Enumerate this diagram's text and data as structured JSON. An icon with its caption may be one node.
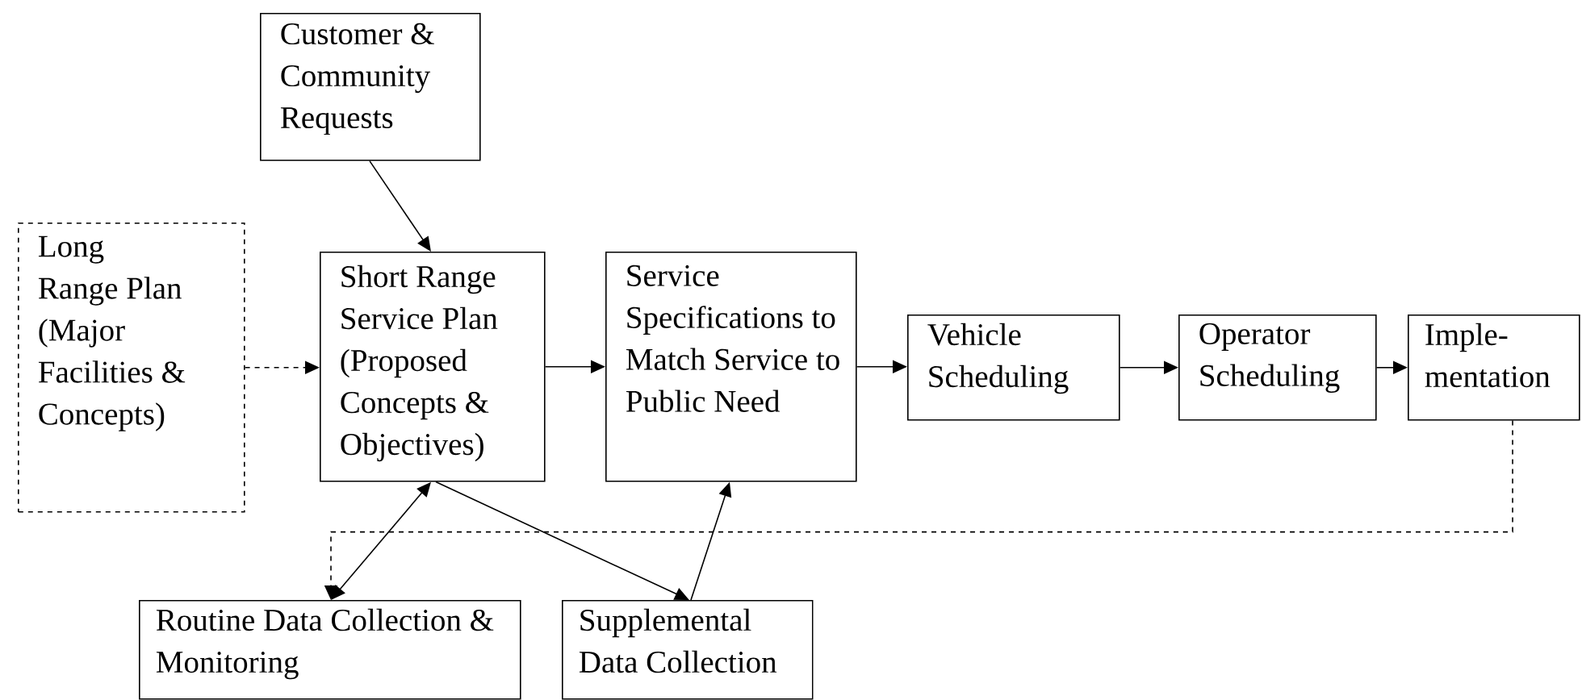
{
  "diagram": {
    "nodes": [
      {
        "text": [
          "Customer & Community Requests"
        ]
      },
      {
        "text": [
          "Long Range Plan (Major Facilities & Concepts)"
        ]
      },
      {
        "text": [
          "Short Range Service Plan (Proposed Concepts & Objectives)"
        ]
      },
      {
        "text": [
          "Service Specifications to Match Service to Public Need"
        ]
      },
      {
        "text": [
          "Vehicle Scheduling"
        ]
      },
      {
        "text": [
          "Operator Scheduling"
        ]
      },
      {
        "text": [
          "Imple- mentation"
        ]
      },
      {
        "text": [
          "Routine Data Collection & Monitoring"
        ]
      },
      {
        "text": [
          "Supplemental Data Collection"
        ]
      }
    ],
    "edges": [
      {
        "from": 0,
        "to": 2,
        "arrow": "to"
      },
      {
        "from": 1,
        "to": 2,
        "arrow": "to",
        "style": "dashed"
      },
      {
        "from": 2,
        "to": 3,
        "arrow": "to"
      },
      {
        "from": 3,
        "to": 4,
        "arrow": "to"
      },
      {
        "from": 4,
        "to": 5,
        "arrow": "to"
      },
      {
        "from": 5,
        "to": 6,
        "arrow": "to"
      },
      {
        "from": 7,
        "to": 2,
        "arrow": "both"
      },
      {
        "from": 2,
        "to": 8,
        "arrow": "to"
      },
      {
        "from": 8,
        "to": 3,
        "arrow": "to"
      },
      {
        "from": 6,
        "to": 7,
        "arrow": "to",
        "style": "dashed"
      }
    ]
  }
}
